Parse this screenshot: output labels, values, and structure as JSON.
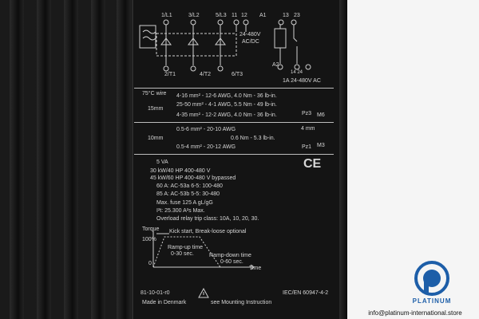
{
  "label": {
    "terminals": [
      "1/L1",
      "3/L2",
      "5/L3",
      "11",
      "12",
      "A1",
      "13",
      "23"
    ],
    "outputs": [
      "2/T1",
      "4/T2",
      "6/T3"
    ],
    "control_voltage_1": "24-480V",
    "control_voltage_2": "AC/DC",
    "a2": "A2",
    "t14_24": "14 24",
    "relay_rating": "1A 24-480V AC",
    "wire_temp": "75°C wire",
    "wiring": [
      "4-16 mm² - 12-6 AWG, 4.0 Nm - 36 lb-in.",
      "25-50 mm² - 4-1 AWG, 5.5 Nm - 49 lb-in.",
      "4-35 mm² - 12-2 AWG, 4.0 Nm - 36 lb-in.",
      "0.5-6 mm² - 20-10 AWG",
      "0.5-4 mm² - 20-12 AWG"
    ],
    "strip_1": "15mm",
    "strip_2": "10mm",
    "strip_3": "4 mm",
    "torque_small": "0.6 Nm - 5.3 lb-in.",
    "pz3": "Pz3",
    "m6": "M6",
    "pz1": "Pz1",
    "m3": "M3",
    "ratings": [
      "5 VA",
      "30 kW/40 HP 400-480 V",
      "45 kW/60 HP 400-480 V bypassed",
      "60 A: AC-53a 6-5: 100-480",
      "85 A: AC-53b 5-5: 30-480",
      "Max. fuse 125 A gL/gG",
      "I²t: 25.300 A²s Max.",
      "Overload relay trip class: 10A, 10, 20, 30."
    ],
    "ce": "CE",
    "torque_axis": "Torque",
    "kick_start": "Kick start, Break-loose optional",
    "pct100": "100%",
    "ramp_up_1": "Ramp-up time",
    "ramp_up_2": "0-30 sec.",
    "ramp_down_1": "Ramp-down time",
    "ramp_down_2": "0-60 sec.",
    "zero": "0",
    "time_axis": "Time",
    "code": "81-10-01-r0",
    "made_in": "Made in Denmark",
    "mounting": "see Mounting Instruction",
    "standard": "IEC/EN 60947-4-2"
  },
  "watermark": {
    "brand": "PLATINUM",
    "contact": "info@platinum-international.store"
  }
}
